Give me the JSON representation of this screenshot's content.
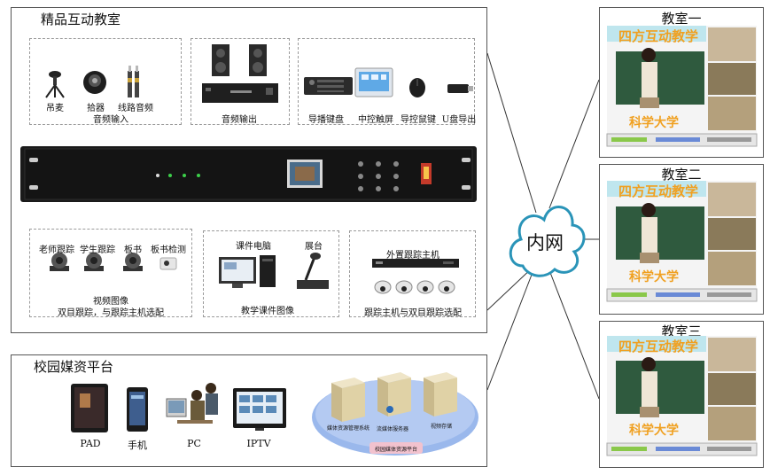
{
  "colors": {
    "panel_border": "#555555",
    "dash_border": "#9a9a9a",
    "cloud": "#2a94b8",
    "platform_disc": "#9ab8ec",
    "platform_label_bg": "#f2c2ce",
    "banner_bg": "#bfe6ee",
    "banner_text": "#f0a020",
    "chalkboard": "#2f5a3e"
  },
  "classroom_panel": {
    "title": "精品互动教室",
    "audio_input": {
      "devices": [
        "吊麦",
        "拾器",
        "线路音频"
      ],
      "caption": "音频输入"
    },
    "audio_output": {
      "caption": "音频输出"
    },
    "control": {
      "devices": [
        "导播键盘",
        "中控触屏",
        "导控鼠键",
        "U盘导出"
      ]
    },
    "video": {
      "devices": [
        "老师跟踪",
        "学生跟踪",
        "板书",
        "板书检测"
      ],
      "caption_line1": "视频图像",
      "caption_line2": "双目跟踪，与跟踪主机选配"
    },
    "courseware": {
      "devices": [
        "课件电脑",
        "展台"
      ],
      "caption": "教学课件图像"
    },
    "tracking": {
      "device": "外置跟踪主机",
      "caption": "跟踪主机与双目跟踪选配"
    }
  },
  "campus_panel": {
    "title": "校园媒资平台",
    "devices": [
      "PAD",
      "手机",
      "PC",
      "IPTV"
    ],
    "servers": [
      "媒体资源管理系统",
      "流媒体服务器",
      "视频存储"
    ],
    "platform_label": "校园媒体资源平台"
  },
  "network": {
    "label": "内网"
  },
  "classrooms": [
    {
      "title": "教室一",
      "banner": "四方互动教学",
      "subtitle": "科学大学"
    },
    {
      "title": "教室二",
      "banner": "四方互动教学",
      "subtitle": "科学大学"
    },
    {
      "title": "教室三",
      "banner": "四方互动教学",
      "subtitle": "科学大学"
    }
  ]
}
